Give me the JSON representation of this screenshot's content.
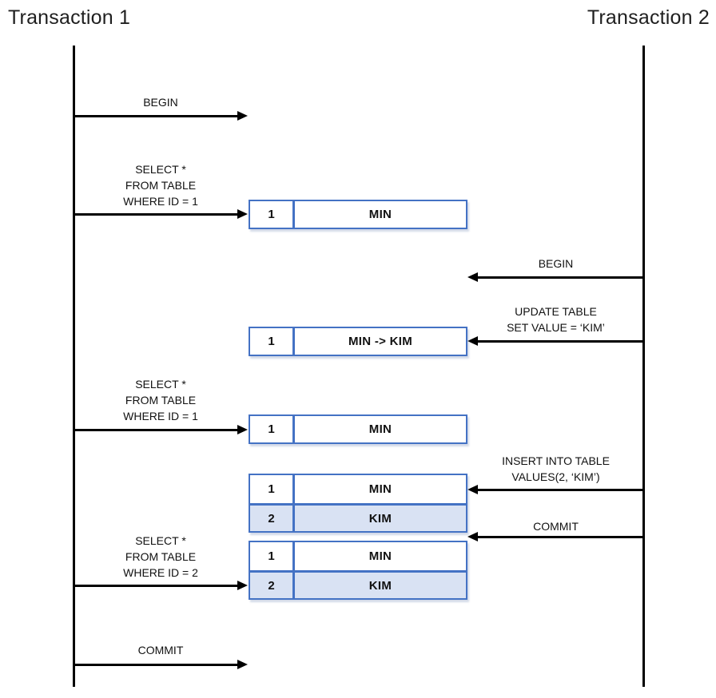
{
  "titles": {
    "transaction1": "Transaction 1",
    "transaction2": "Transaction 2"
  },
  "colors": {
    "table_border": "#4472C4",
    "row_highlight": "#D9E2F3",
    "line": "#000000"
  },
  "transaction1_messages": {
    "begin": "BEGIN",
    "select_id1_first": [
      "SELECT *",
      "FROM TABLE",
      "WHERE ID = 1"
    ],
    "select_id1_second": [
      "SELECT *",
      "FROM TABLE",
      "WHERE ID = 1"
    ],
    "select_id2": [
      "SELECT *",
      "FROM TABLE",
      "WHERE ID = 2"
    ],
    "commit": "COMMIT"
  },
  "transaction2_messages": {
    "begin": "BEGIN",
    "update": [
      "UPDATE TABLE",
      "SET VALUE = ‘KIM’"
    ],
    "insert": [
      "INSERT INTO TABLE",
      "VALUES(2, ‘KIM’)"
    ],
    "commit": "COMMIT"
  },
  "tables": {
    "snapshot1": {
      "rows": [
        {
          "id": "1",
          "value": "MIN"
        }
      ]
    },
    "snapshot2": {
      "rows": [
        {
          "id": "1",
          "value": "MIN -> KIM"
        }
      ]
    },
    "snapshot3": {
      "rows": [
        {
          "id": "1",
          "value": "MIN"
        }
      ]
    },
    "snapshot4": {
      "rows": [
        {
          "id": "1",
          "value": "MIN"
        },
        {
          "id": "2",
          "value": "KIM"
        }
      ]
    },
    "snapshot5": {
      "rows": [
        {
          "id": "1",
          "value": "MIN"
        },
        {
          "id": "2",
          "value": "KIM"
        }
      ]
    }
  }
}
